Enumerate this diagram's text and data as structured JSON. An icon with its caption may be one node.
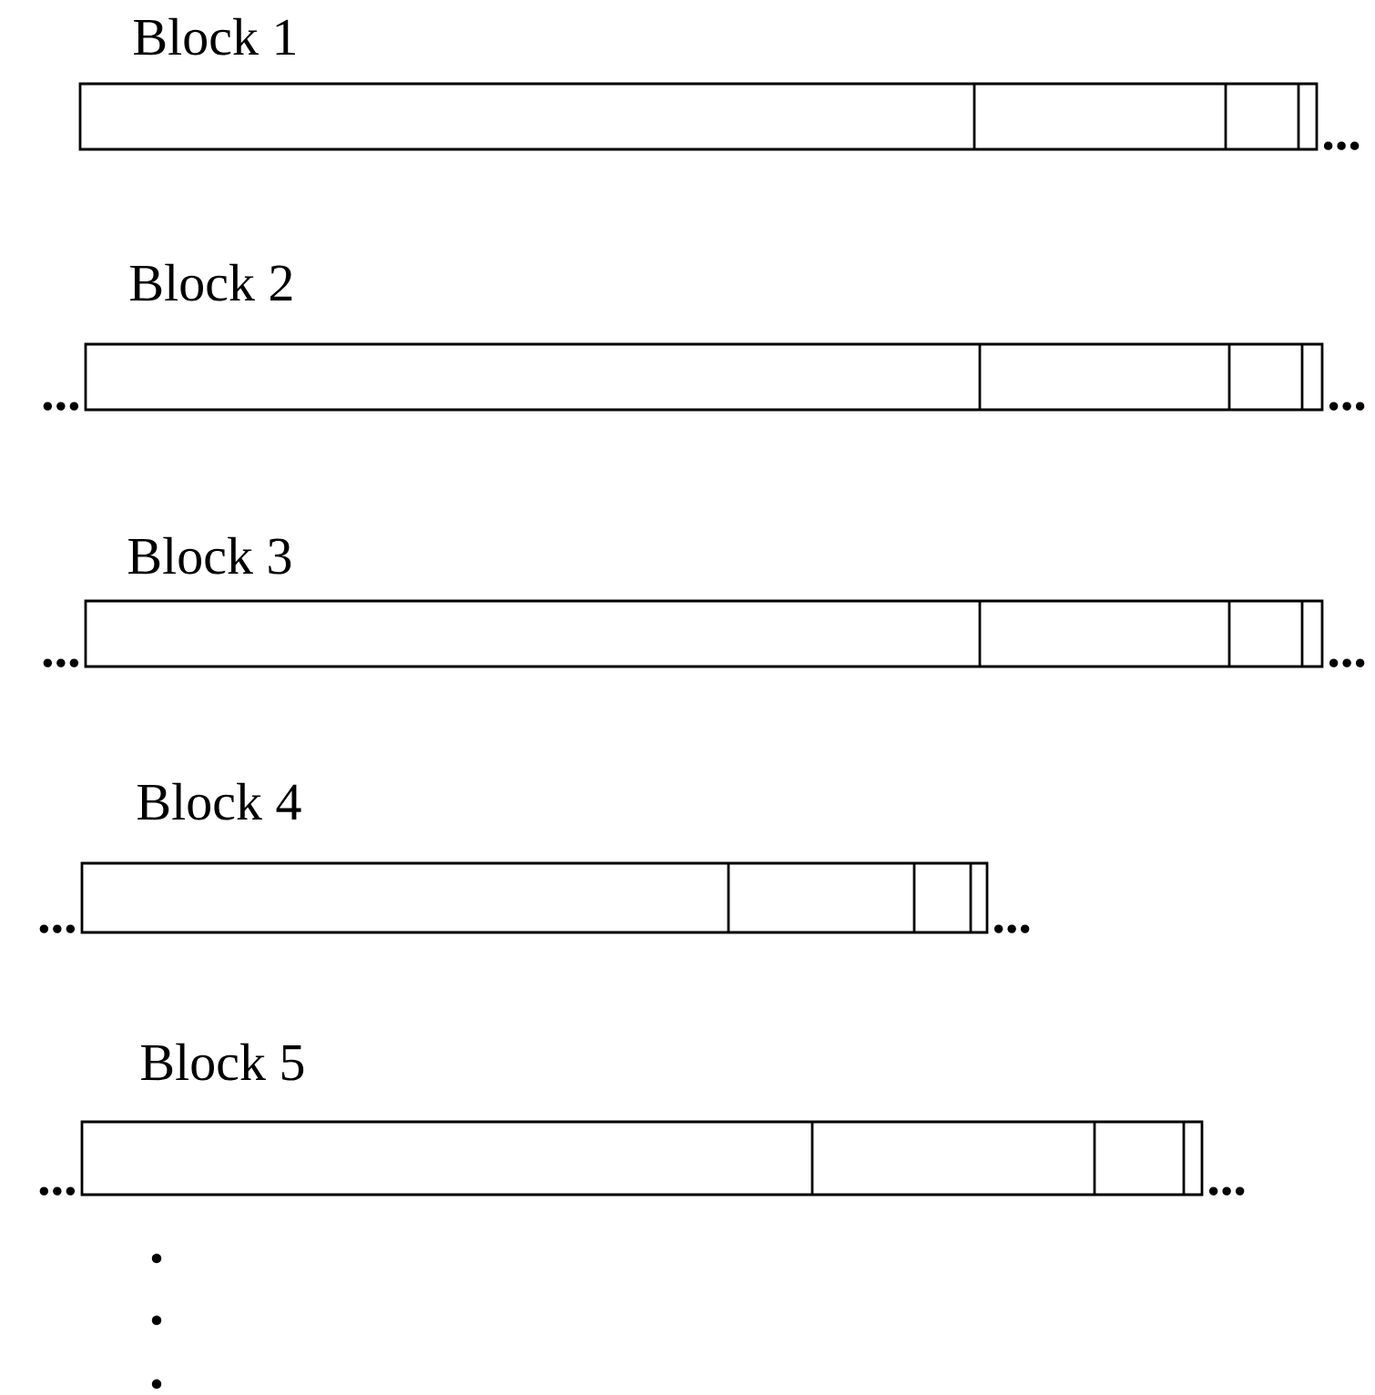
{
  "diagram": {
    "nodes": [
      {
        "text": [
          "Block 1"
        ]
      },
      {
        "text": [
          "Block 2"
        ]
      },
      {
        "text": [
          "Block 3"
        ]
      },
      {
        "text": [
          "Block 4"
        ]
      },
      {
        "text": [
          "Block 5"
        ]
      }
    ],
    "labels": [
      "...",
      "...",
      "...",
      "...",
      "...",
      "...",
      "...",
      "...",
      "..."
    ]
  }
}
